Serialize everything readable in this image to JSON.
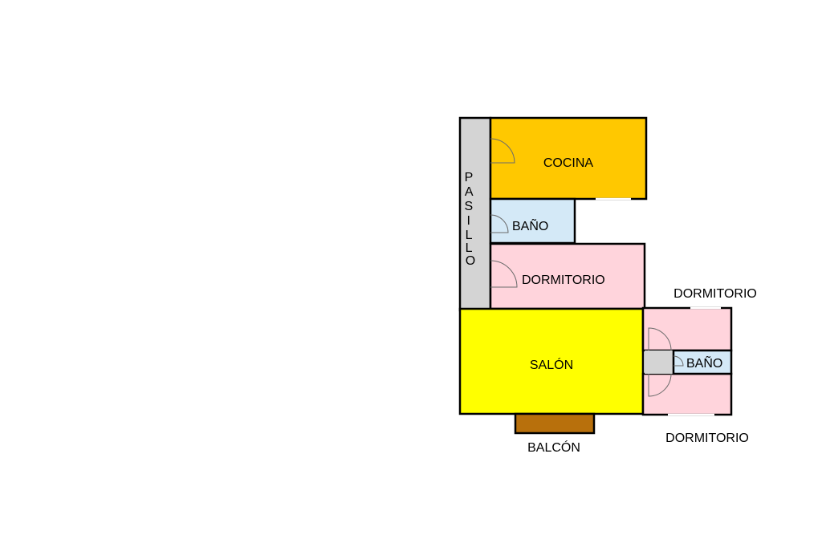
{
  "rooms": {
    "cocina": {
      "label": "COCINA",
      "color": "#FFC800"
    },
    "pasillo": {
      "label": "PASILLO",
      "color": "#D4D4D4"
    },
    "bano_1": {
      "label": "BAÑO",
      "color": "#D4E9F7"
    },
    "dormitorio_1": {
      "label": "DORMITORIO",
      "color": "#FFD4DC"
    },
    "salon": {
      "label": "SALÓN",
      "color": "#FFFF00"
    },
    "balcon": {
      "label": "BALCÓN",
      "color": "#B8700C"
    },
    "dormitorio_2": {
      "label": "DORMITORIO",
      "color": "#FFD4DC"
    },
    "bano_2": {
      "label": "BAÑO",
      "color": "#D4E9F7"
    },
    "dormitorio_3": {
      "label": "DORMITORIO",
      "color": "#FFD4DC"
    }
  },
  "colors": {
    "wall": "#000000",
    "door": "#6b6b6b",
    "background": "#ffffff"
  }
}
